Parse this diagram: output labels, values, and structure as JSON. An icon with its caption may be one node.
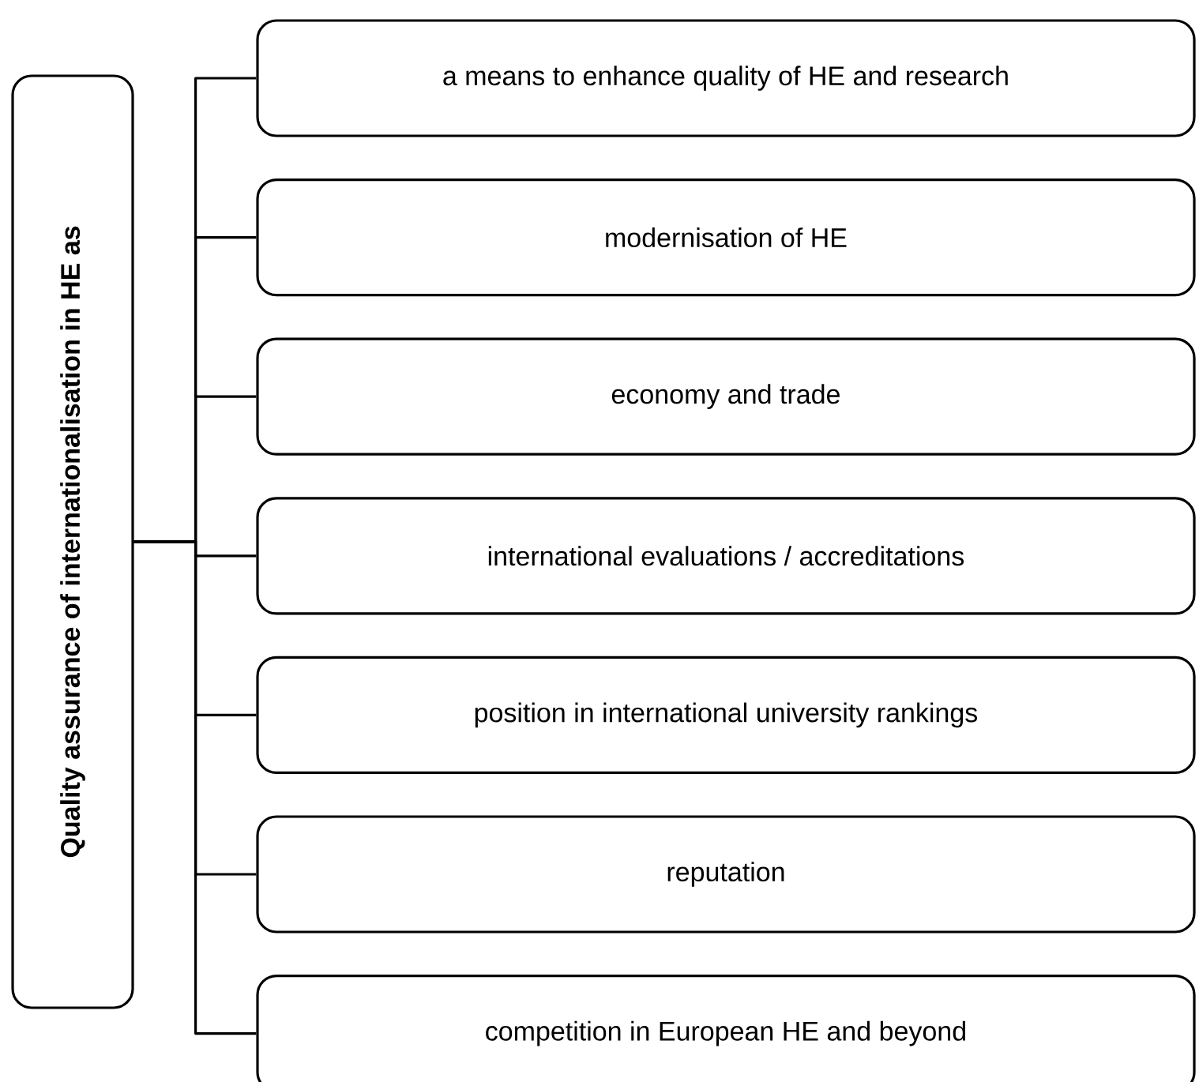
{
  "diagram": {
    "nodes": [
      {
        "text": [
          "Quality assurance of internationalisation in HE as"
        ]
      },
      {
        "text": [
          "a means to enhance quality of HE and research"
        ]
      },
      {
        "text": [
          "modernisation of HE"
        ]
      },
      {
        "text": [
          "economy and trade"
        ]
      },
      {
        "text": [
          "international evaluations / accreditations"
        ]
      },
      {
        "text": [
          "position in international university rankings"
        ]
      },
      {
        "text": [
          "reputation"
        ]
      },
      {
        "text": [
          "competition in European HE and beyond"
        ]
      }
    ],
    "edges": [
      {
        "from": 0,
        "to": 1,
        "arrow": "none"
      },
      {
        "from": 0,
        "to": 2,
        "arrow": "none"
      },
      {
        "from": 0,
        "to": 3,
        "arrow": "none"
      },
      {
        "from": 0,
        "to": 4,
        "arrow": "none"
      },
      {
        "from": 0,
        "to": 5,
        "arrow": "none"
      },
      {
        "from": 0,
        "to": 6,
        "arrow": "none"
      },
      {
        "from": 0,
        "to": 7,
        "arrow": "none"
      }
    ]
  }
}
